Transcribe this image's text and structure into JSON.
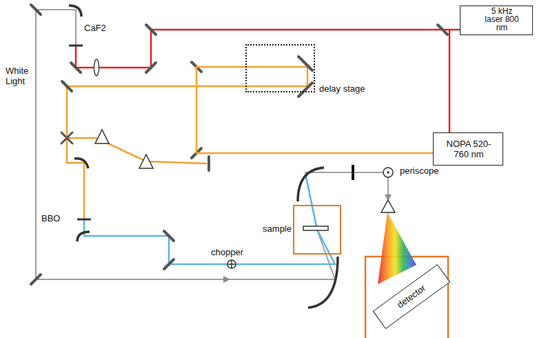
{
  "diagram": {
    "nodes": [
      {
        "text": [
          "5 kHz laser 800 nm"
        ]
      },
      {
        "text": [
          "NOPA 520-760 nm"
        ]
      },
      {
        "text": [
          "delay stage"
        ]
      },
      {
        "text": [
          "sample"
        ]
      },
      {
        "text": [
          "detector"
        ]
      }
    ],
    "edges": [
      {
        "from": 0,
        "to": 1,
        "arrow": "none"
      },
      {
        "from": 1,
        "to": 2,
        "arrow": "none"
      }
    ],
    "labels": [
      "White Light",
      "CaF2",
      "BBO",
      "chopper",
      "periscope"
    ]
  }
}
